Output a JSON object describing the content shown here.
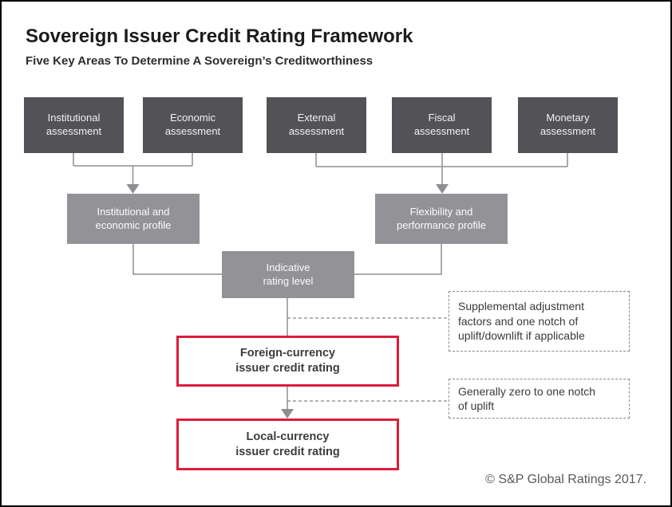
{
  "header": {
    "title": "Sovereign Issuer Credit Rating Framework",
    "subtitle": "Five Key Areas To Determine A Sovereign’s Creditworthiness"
  },
  "assessment_boxes": [
    {
      "lines": [
        "Institutional",
        "assessment"
      ]
    },
    {
      "lines": [
        "Economic",
        "assessment"
      ]
    },
    {
      "lines": [
        "External",
        "assessment"
      ]
    },
    {
      "lines": [
        "Fiscal",
        "assessment"
      ]
    },
    {
      "lines": [
        "Monetary",
        "assessment"
      ]
    }
  ],
  "profile_boxes": [
    {
      "lines": [
        "Institutional and",
        "economic profile"
      ]
    },
    {
      "lines": [
        "Flexibility and",
        "performance profile"
      ]
    }
  ],
  "indicative_box": {
    "lines": [
      "Indicative",
      "rating level"
    ]
  },
  "rating_boxes": [
    {
      "lines": [
        "Foreign-currency",
        "issuer credit rating"
      ]
    },
    {
      "lines": [
        "Local-currency",
        "issuer credit rating"
      ]
    }
  ],
  "notes": [
    {
      "text": "Supplemental adjustment factors and one notch of uplift/downlift if applicable"
    },
    {
      "text": "Generally zero to one notch of uplift"
    }
  ],
  "footer": {
    "copyright": "© S&P Global Ratings 2017."
  },
  "colors": {
    "assessment_box_bg": "#525257",
    "profile_box_bg": "#939397",
    "rating_box_border": "#de1c3c",
    "connector_line": "#8f8f93",
    "dashed_line": "#868686"
  }
}
